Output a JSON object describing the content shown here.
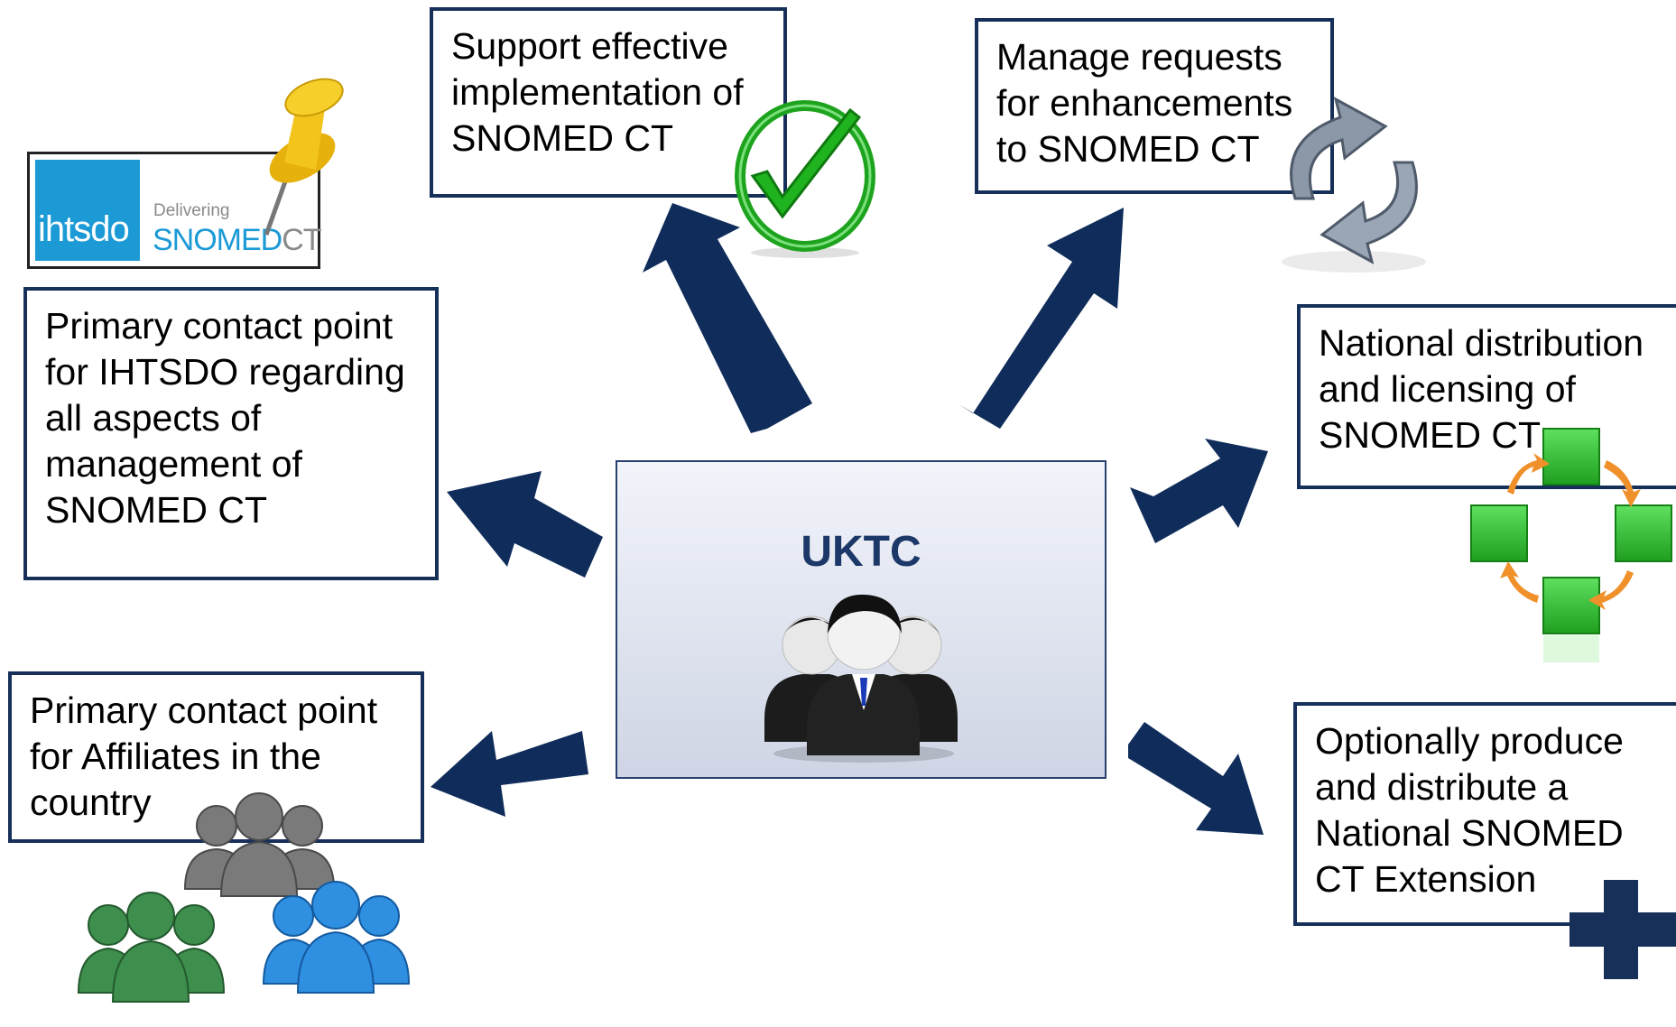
{
  "center": {
    "title": "UKTC",
    "icon": "business-team-icon"
  },
  "boxes": {
    "implementation": "Support effective\nimplementation of\nSNOMED CT",
    "enhancements": "Manage requests\nfor enhancements\nto SNOMED CT",
    "contact_ihtsdo": "Primary contact point\nfor IHTSDO regarding\nall aspects of\nmanagement of\nSNOMED CT",
    "distribution": "National distribution\nand licensing of\nSNOMED CT",
    "affiliates": "Primary contact point\nfor Affiliates in the\ncountry",
    "extension": "Optionally produce\nand distribute a\nNational SNOMED\nCT Extension"
  },
  "logo": {
    "left": "ihtsdo",
    "small": "Delivering",
    "brand": "SNOMED",
    "brand_suffix": "CT"
  },
  "icons": [
    "pushpin-icon",
    "checkmark-icon",
    "cycle-arrows-icon",
    "cube-cycle-icon",
    "people-group-icon",
    "plus-icon"
  ],
  "colors": {
    "arrow": "#0f2c5a",
    "border": "#16305a",
    "title": "#1b3868",
    "logo_blue": "#1b9ad6"
  }
}
